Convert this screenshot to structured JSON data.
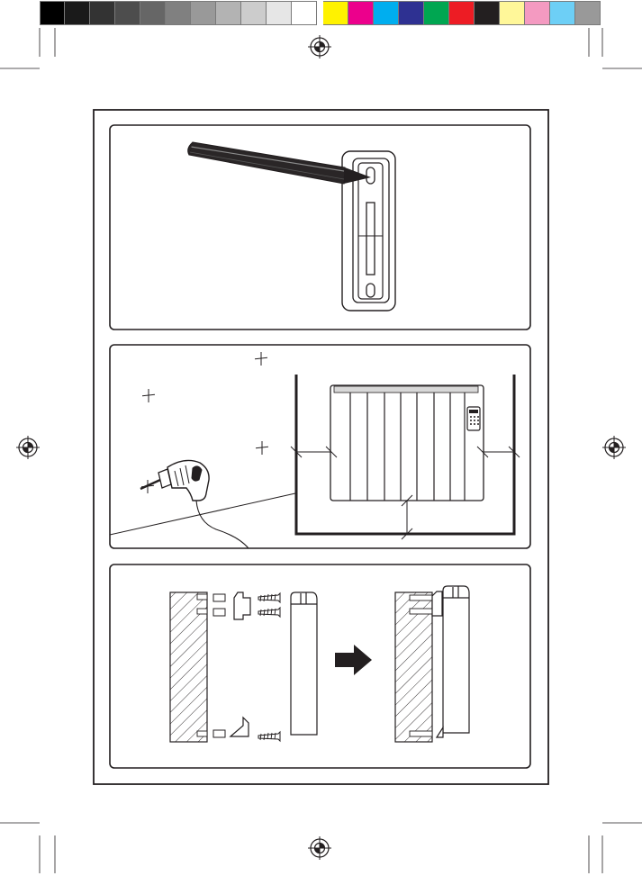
{
  "colorbar": {
    "greys": [
      "#000000",
      "#1a1a1a",
      "#333333",
      "#4d4d4d",
      "#666666",
      "#808080",
      "#999999",
      "#b3b3b3",
      "#cccccc",
      "#e6e6e6",
      "#ffffff"
    ],
    "colors": [
      "#fff200",
      "#ec008c",
      "#00aeef",
      "#2e3192",
      "#00a651",
      "#ed1c24",
      "#231f20",
      "#fff799",
      "#f49ac1",
      "#6dcff6",
      "#999999"
    ]
  },
  "colors": {
    "line": "#231f20",
    "frame": "#333333"
  },
  "panels": [
    {
      "name": "panel-marking-holes",
      "icons": [
        "pencil-icon",
        "wall-bracket-icon"
      ]
    },
    {
      "name": "panel-drilling-clearance",
      "icons": [
        "drill-icon",
        "heater-icon",
        "drill-mark-icon"
      ]
    },
    {
      "name": "panel-bracket-mounting",
      "icons": [
        "wall-section-icon",
        "wall-plug-icon",
        "bracket-icon",
        "screw-icon",
        "arrow-right-icon"
      ]
    }
  ]
}
